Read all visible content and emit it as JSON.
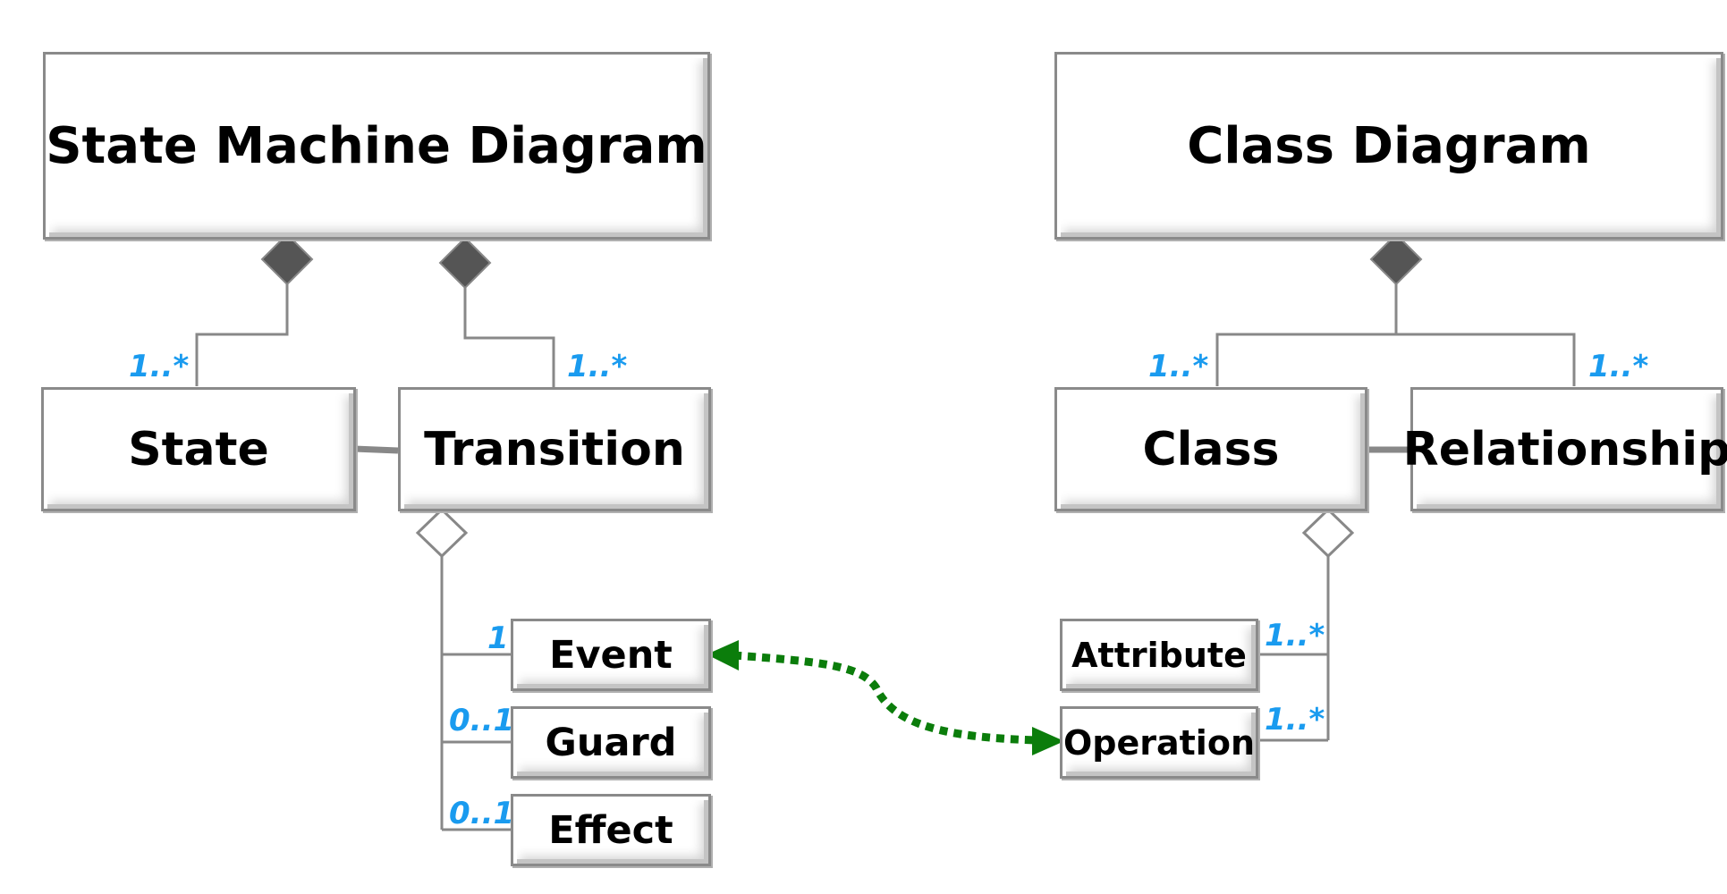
{
  "left_model": {
    "title": "State Machine Diagram",
    "parts": {
      "state": {
        "label": "State",
        "multiplicity": "1..*"
      },
      "transition": {
        "label": "Transition",
        "multiplicity": "1..*"
      }
    },
    "transition_parts": {
      "event": {
        "label": "Event",
        "multiplicity": "1"
      },
      "guard": {
        "label": "Guard",
        "multiplicity": "0..1"
      },
      "effect": {
        "label": "Effect",
        "multiplicity": "0..1"
      }
    }
  },
  "right_model": {
    "title": "Class Diagram",
    "parts": {
      "class": {
        "label": "Class",
        "multiplicity": "1..*"
      },
      "relationship": {
        "label": "Relationship",
        "multiplicity": "1..*"
      }
    },
    "class_parts": {
      "attribute": {
        "label": "Attribute",
        "multiplicity": "1..*"
      },
      "operation": {
        "label": "Operation",
        "multiplicity": "1..*"
      }
    }
  },
  "colors": {
    "line": "#888888",
    "composition_diamond": "#555555",
    "aggregation_diamond": "#ffffff",
    "multiplicity_text": "#1a9bef",
    "mapping_arrow": "#0b7d0b"
  },
  "relations": [
    {
      "from": "State Machine Diagram",
      "to": "State",
      "kind": "composition"
    },
    {
      "from": "State Machine Diagram",
      "to": "Transition",
      "kind": "composition"
    },
    {
      "from": "Transition",
      "to": "Event",
      "kind": "aggregation"
    },
    {
      "from": "Transition",
      "to": "Guard",
      "kind": "aggregation"
    },
    {
      "from": "Transition",
      "to": "Effect",
      "kind": "aggregation"
    },
    {
      "from": "Class Diagram",
      "to": "Class",
      "kind": "composition"
    },
    {
      "from": "Class Diagram",
      "to": "Relationship",
      "kind": "composition"
    },
    {
      "from": "Class",
      "to": "Attribute",
      "kind": "aggregation"
    },
    {
      "from": "Class",
      "to": "Operation",
      "kind": "aggregation"
    },
    {
      "from": "Event",
      "to": "Operation",
      "kind": "mapping"
    }
  ]
}
